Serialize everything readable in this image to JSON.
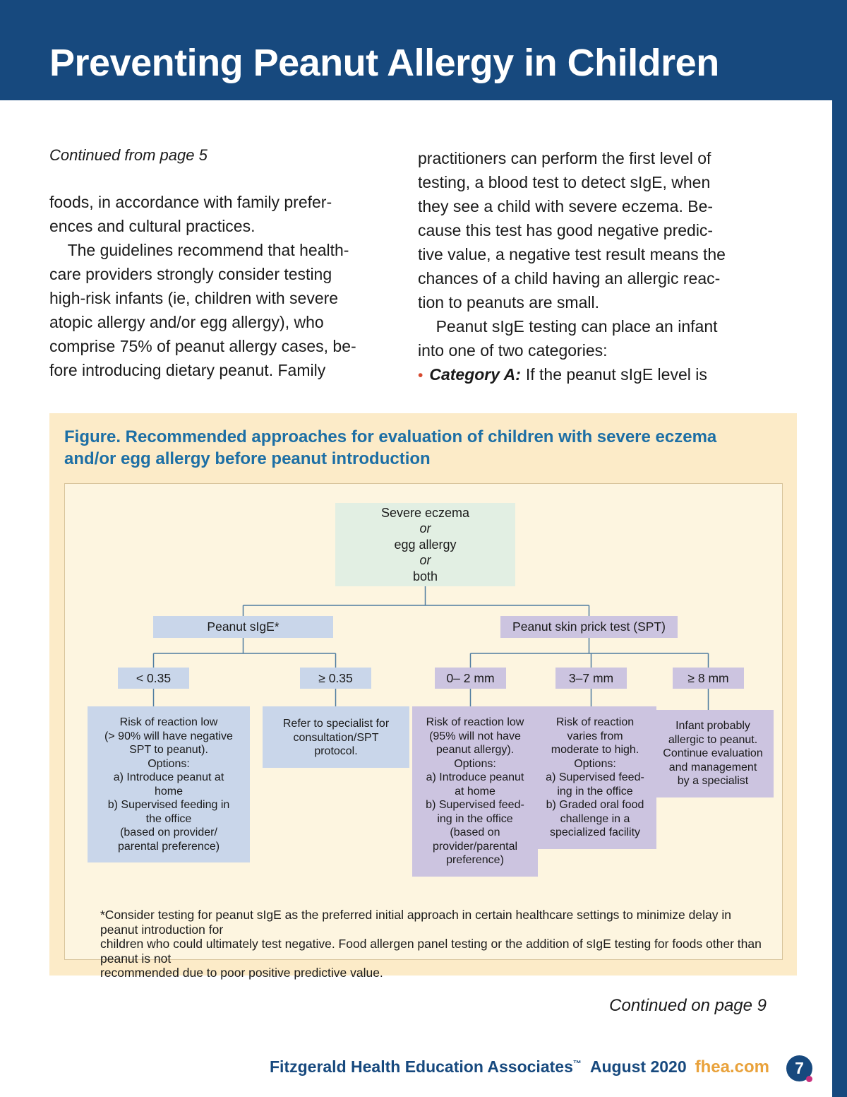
{
  "colors": {
    "header_blue": "#17497E",
    "figure_title_blue": "#1D6FA5",
    "accent_orange": "#E9A23B",
    "bullet_red": "#D6492F",
    "badge_pink": "#C9317E",
    "box_blue": "#C9D6EA",
    "box_purple": "#CCC4E0",
    "box_green": "#E2EFE3",
    "figure_bg": "#FCEBC8",
    "figure_inner_bg": "#FDF5E0"
  },
  "header": {
    "title": "Preventing Peanut Allergy in Children"
  },
  "article": {
    "continued_from": "Continued from page 5",
    "left_col": {
      "para1_lines": [
        "foods, in accordance with family prefer-",
        "ences and cultural practices."
      ],
      "para2_lines": [
        "    The guidelines recommend that health-",
        "care providers strongly consider testing",
        "high-risk infants (ie, children with severe",
        "atopic allergy and/or egg allergy), who",
        "comprise 75% of peanut allergy cases, be-",
        "fore introducing dietary peanut. Family"
      ]
    },
    "right_col": {
      "para1_lines": [
        "practitioners can perform the first level of",
        "testing, a blood test to detect sIgE, when",
        "they see a child with severe eczema. Be-",
        "cause this test has good negative predic-",
        "tive value, a negative test result means the",
        "chances of a child having an allergic reac-",
        "tion to peanuts are small."
      ],
      "para2_lines": [
        "    Peanut sIgE testing can place an infant",
        "into one of two categories:"
      ],
      "bullet": {
        "marker": "•",
        "label": "Category A:",
        "text": "If the peanut sIgE level is"
      }
    }
  },
  "figure": {
    "title_lines": [
      "Figure. Recommended approaches for evaluation of children with severe eczema",
      "and/or egg allergy before peanut introduction"
    ],
    "root_lines": [
      "Severe eczema",
      "or",
      "egg allergy",
      "or",
      "both"
    ],
    "branch_sige_label": "Peanut sIgE*",
    "branch_spt_label": "Peanut skin prick test (SPT)",
    "node_lt035": "< 0.35",
    "node_ge035": "≥ 0.35",
    "node_0_2mm": "0– 2 mm",
    "node_3_7mm": "3–7 mm",
    "node_ge8mm": "≥ 8 mm",
    "outcome_lt035_lines": [
      "Risk of reaction low",
      "(> 90% will have negative",
      "SPT to peanut).",
      "Options:",
      "a) Introduce peanut at",
      "home",
      "b) Supervised feeding in",
      "the office",
      "(based on provider/",
      "parental preference)"
    ],
    "outcome_ge035_lines": [
      "Refer to specialist for",
      "consultation/SPT",
      "protocol."
    ],
    "outcome_0_2mm_lines": [
      "Risk of reaction low",
      "(95% will not have",
      "peanut allergy).",
      "Options:",
      "a) Introduce peanut",
      "at home",
      "b) Supervised feed-",
      "ing in the office",
      "(based on",
      "provider/parental",
      "preference)"
    ],
    "outcome_3_7mm_lines": [
      "Risk of reaction",
      "varies from",
      "moderate to high.",
      "Options:",
      "a) Supervised feed-",
      "ing in the office",
      "b) Graded oral food",
      "challenge in a",
      "specialized facility"
    ],
    "outcome_ge8mm_lines": [
      "Infant probably",
      "allergic to peanut.",
      "Continue evaluation",
      "and management",
      "by a specialist"
    ],
    "footnote_lines": [
      "*Consider testing for peanut sIgE as the preferred initial approach in certain healthcare settings to minimize delay in peanut introduction for",
      "children who could ultimately test negative. Food allergen panel testing or the addition of sIgE testing for foods other than peanut is not",
      "recommended due to poor positive predictive value."
    ]
  },
  "continued_on": "Continued on page 9",
  "footer": {
    "publisher": "Fitzgerald Health Education Associates",
    "trademark": "™",
    "date": "August 2020",
    "site": "fhea.com",
    "page_number": "7"
  }
}
